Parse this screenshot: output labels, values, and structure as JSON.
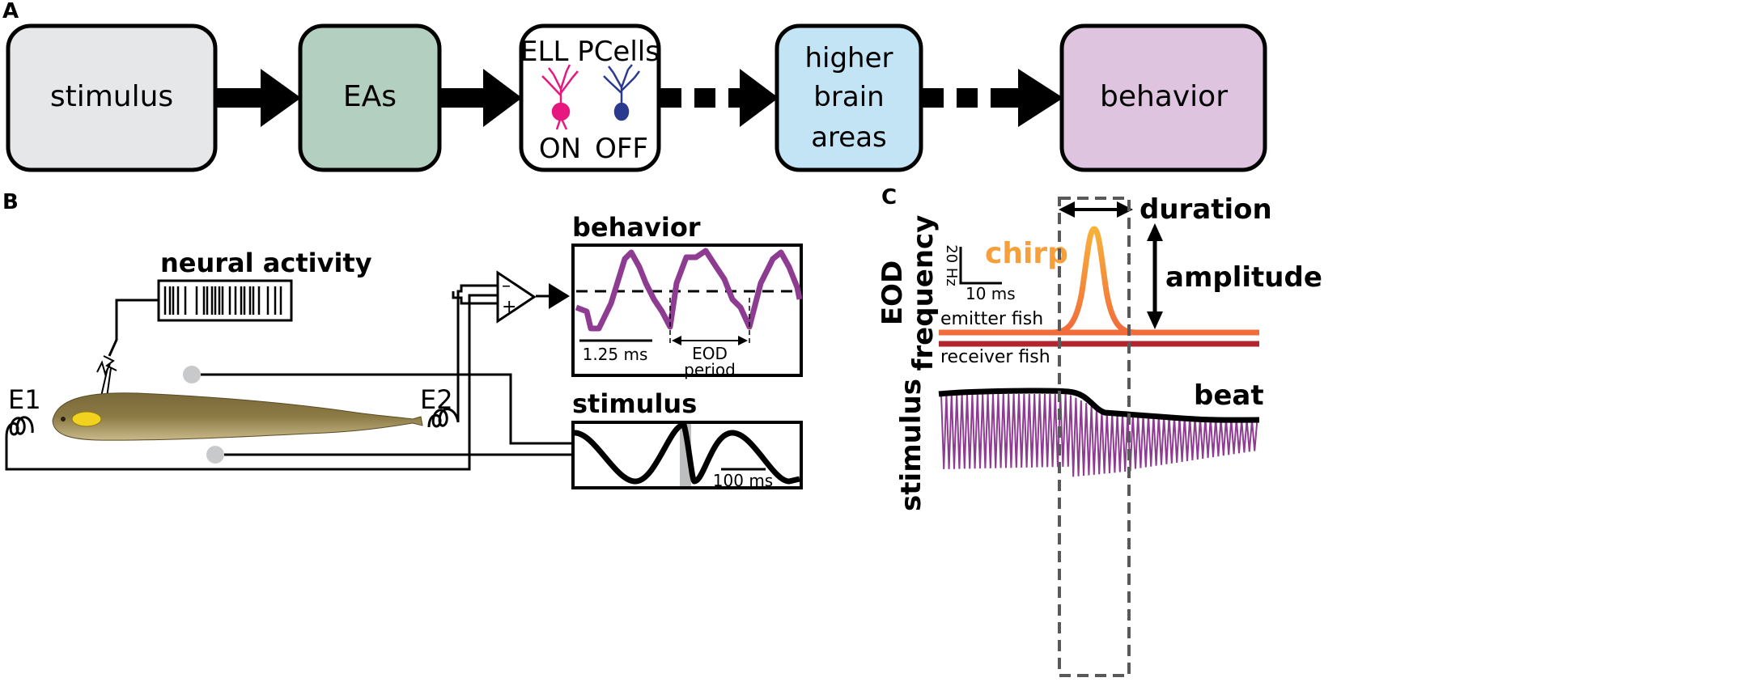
{
  "panel_a": {
    "letter": "A",
    "stimulus": "stimulus",
    "eas": "EAs",
    "ell_title": "ELL PCells",
    "on": "ON",
    "off": "OFF",
    "higher_line1": "higher",
    "higher_line2": "brain",
    "higher_line3": "areas",
    "behavior": "behavior"
  },
  "panel_b": {
    "letter": "B",
    "neural_activity": "neural activity",
    "behavior_title": "behavior",
    "stimulus_title": "stimulus",
    "e1": "E1",
    "e2": "E2",
    "scale_125": "1.25 ms",
    "eod_line1": "EOD",
    "eod_line2": "period",
    "scale_100": "100 ms",
    "amp_minus": "–",
    "amp_plus": "+"
  },
  "panel_c": {
    "letter": "C",
    "duration": "duration",
    "amplitude": "amplitude",
    "chirp": "chirp",
    "ylabel_line1": "EOD",
    "ylabel_line2": "frequency",
    "scale_hz": "20 Hz",
    "scale_ms": "10 ms",
    "emitter": "emitter fish",
    "receiver": "receiver fish",
    "stimulus": "stimulus",
    "beat": "beat"
  },
  "colors": {
    "stimulus_box": "#e6e7e8",
    "eas_box": "#b3cfc0",
    "ell_box": "#ffffff",
    "higher_box": "#c2e4f4",
    "behavior_box": "#dfc4df",
    "on_cell": "#e6187f",
    "off_cell": "#2b3a8f",
    "purple_trace": "#8e3c91",
    "chirp_orange": "#f7a03a",
    "emitter_line": "#f26b3a",
    "receiver_line": "#b1252e"
  }
}
